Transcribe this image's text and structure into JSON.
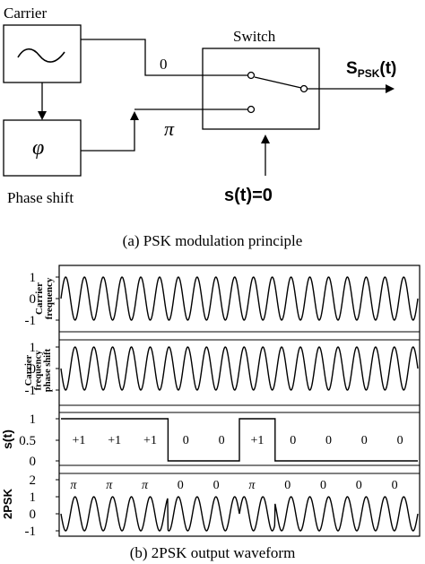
{
  "diagram_a": {
    "carrier_label": "Carrier",
    "phase_block_symbol": "φ",
    "phase_shift_label": "Phase shift",
    "switch_label": "Switch",
    "zero_input_label": "0",
    "pi_input_label": "π",
    "output_symbol": "S",
    "output_subscript": "PSK",
    "output_suffix": "(t)",
    "control_label": "s(t)=0",
    "caption": "(a) PSK modulation principle"
  },
  "diagram_b": {
    "caption": "(b) 2PSK output waveform",
    "panels": {
      "carrier": {
        "label_line1": "Carrier",
        "label_line2": "frequency",
        "ticks": [
          "1",
          "0",
          "-1"
        ]
      },
      "shifted": {
        "label_line1": "Carrier",
        "label_line2": "frequency",
        "label_line3": "phase shift",
        "ticks": [
          "1",
          "0",
          "-1"
        ]
      },
      "signal": {
        "label": "s(t)",
        "ticks": [
          "1",
          "0.5",
          "0"
        ],
        "bits": [
          "+1",
          "+1",
          "+1",
          "0",
          "0",
          "+1",
          "0",
          "0",
          "0",
          "0"
        ],
        "levels": [
          1,
          1,
          1,
          0,
          0,
          1,
          0,
          0,
          0,
          0
        ]
      },
      "psk": {
        "label": "2PSK",
        "ticks": [
          "2",
          "1",
          "0",
          "-1"
        ],
        "phases": [
          "π",
          "π",
          "π",
          "0",
          "0",
          "π",
          "0",
          "0",
          "0",
          "0"
        ]
      }
    },
    "carrier_cycles": 19
  }
}
